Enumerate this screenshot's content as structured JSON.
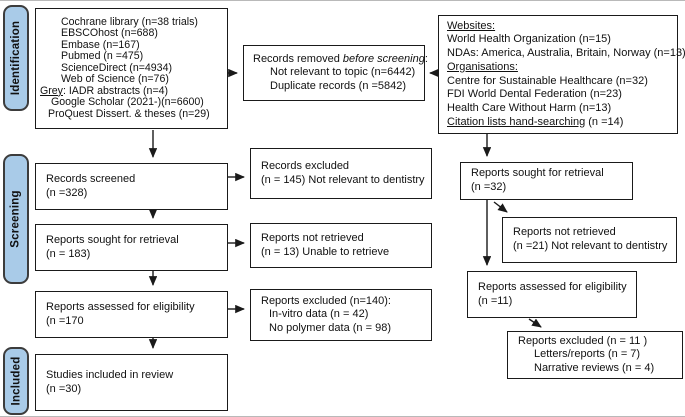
{
  "colors": {
    "stage_fill": "#a9cbe8",
    "stage_border": "#3c3c3c",
    "box_border": "#1a1a1a",
    "arrow_color": "#1a1a1a",
    "text_color": "#111111",
    "bg": "#ffffff"
  },
  "stages": [
    {
      "label": "Identification"
    },
    {
      "label": "Screening"
    },
    {
      "label": "Included"
    }
  ],
  "boxes": {
    "databases": {
      "sources": [
        "Cochrane library (n=38 trials)",
        "EBSCOhost (n=688)",
        "Embase (n=167)",
        "Pubmed (n =475)",
        "ScienceDirect (n=4934)",
        "Web of Science (n=76)"
      ],
      "grey_label": "Grey",
      "grey_rest": ": IADR abstracts (n=4)",
      "grey_sources": [
        "Google Scholar (2021-)(n=6600)",
        "ProQuest Dissert. & theses (n=29)"
      ]
    },
    "records_removed": {
      "prefix": "Records removed ",
      "emphasis": "before screening",
      "suffix": ":",
      "items": [
        "Not relevant to topic (n=6442)",
        "Duplicate records (n =5842)"
      ]
    },
    "websites": {
      "heading_websites": "Websites:",
      "website_items": [
        "World Health Organization (n=15)",
        "NDAs: America, Australia, Britain, Norway (n=13)"
      ],
      "heading_organisations": "Organisations:",
      "organisation_items": [
        "Centre for Sustainable Healthcare (n=32)",
        "FDI World Dental Federation (n=23)",
        "Health Care Without Harm (n=13)"
      ],
      "citation_label": "Citation lists hand-searching",
      "citation_rest": " (n =14)"
    },
    "records_screened": {
      "line1": "Records screened",
      "line2": "(n =328)"
    },
    "records_excluded": {
      "line1": "Records excluded",
      "line2": "(n = 145) Not relevant to dentistry"
    },
    "reports_sought_left": {
      "line1": "Reports sought for retrieval",
      "line2": "(n = 183)"
    },
    "reports_not_retrieved_left": {
      "line1": "Reports not retrieved",
      "line2": "(n = 13) Unable to retrieve"
    },
    "reports_assessed_left": {
      "line1": "Reports assessed for eligibility",
      "line2": "(n =170"
    },
    "reports_excluded_left": {
      "line1": "Reports excluded (n=140):",
      "items": [
        "In-vitro data (n = 42)",
        "No polymer data (n = 98)"
      ]
    },
    "studies_included": {
      "line1": "Studies included in review",
      "line2": "(n =30)"
    },
    "reports_sought_right": {
      "line1": "Reports sought for retrieval",
      "line2": "(n =32)"
    },
    "reports_not_retrieved_right": {
      "line1": "Reports not retrieved",
      "line2": "(n =21) Not relevant to dentistry"
    },
    "reports_assessed_right": {
      "line1": "Reports assessed for eligibility",
      "line2": "(n =11)"
    },
    "reports_excluded_right": {
      "line1": "Reports excluded (n = 11 )",
      "items": [
        "Letters/reports (n = 7)",
        "Narrative reviews (n = 4)"
      ]
    }
  }
}
